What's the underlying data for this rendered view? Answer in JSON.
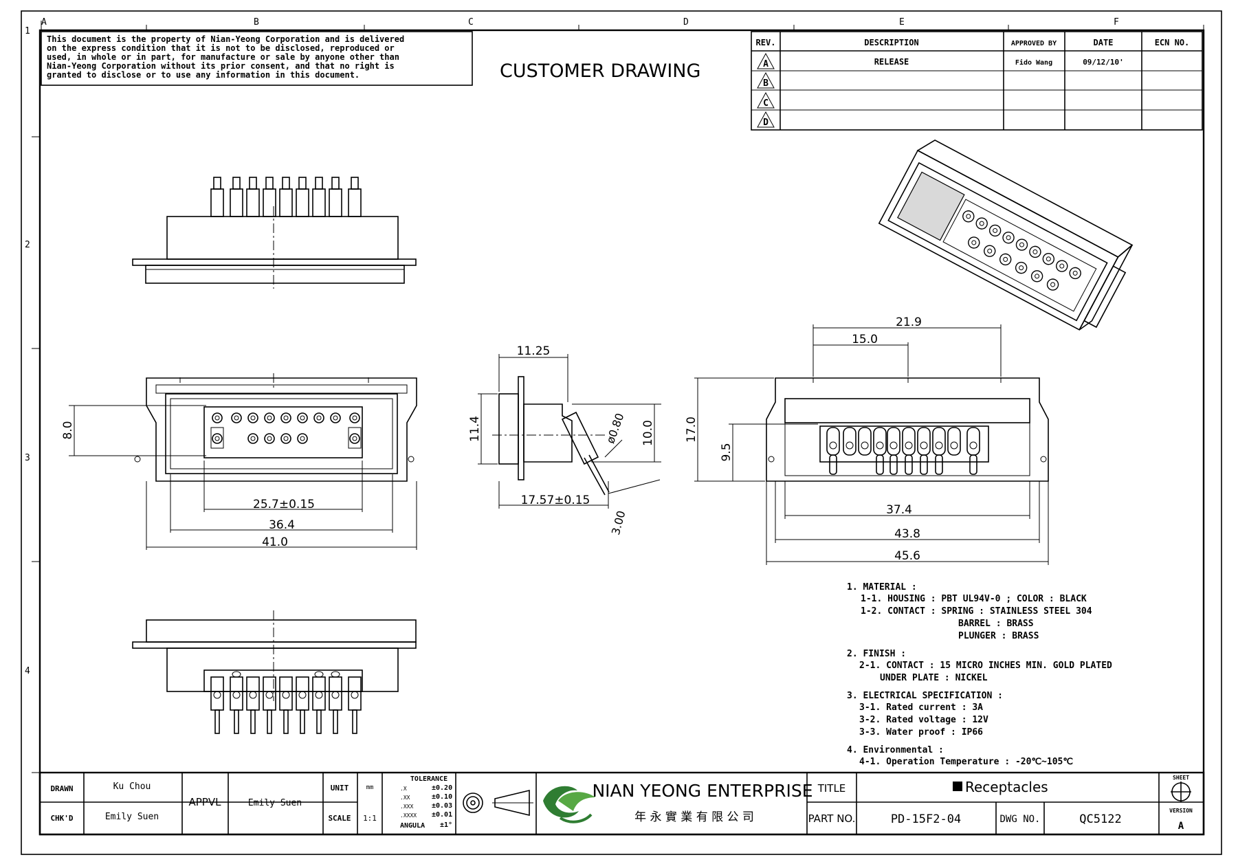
{
  "grid": {
    "cols": [
      "A",
      "B",
      "C",
      "D",
      "E",
      "F"
    ],
    "rows": [
      "1",
      "2",
      "3",
      "4"
    ]
  },
  "notice": {
    "lines": [
      "This document is the property of Nian-Yeong Corporation and is delivered",
      "on   the   express condition that it is not to be disclosed, reproduced or",
      "used, in whole or in part, for manufacture or sale by anyone other than",
      "Nian-Yeong Corporation without  its prior consent, and that  no right  is",
      "granted  to disclose or  to use any information in  this  document."
    ]
  },
  "drawing_title": "CUSTOMER  DRAWING",
  "revision_table": {
    "headers": [
      "REV.",
      "DESCRIPTION",
      "APPROVED BY",
      "DATE",
      "ECN NO."
    ],
    "rows": [
      {
        "rev": "A",
        "description": "RELEASE",
        "approved": "Fido Wang",
        "date": "09/12/10'",
        "ecn": ""
      },
      {
        "rev": "B",
        "description": "",
        "approved": "",
        "date": "",
        "ecn": ""
      },
      {
        "rev": "C",
        "description": "",
        "approved": "",
        "date": "",
        "ecn": ""
      },
      {
        "rev": "D",
        "description": "",
        "approved": "",
        "date": "",
        "ecn": ""
      }
    ]
  },
  "dimensions": {
    "front_pitch": "25.7±0.15",
    "front_inner": "36.4",
    "front_outer": "41.0",
    "front_height": "8.0",
    "side_top": "11.25",
    "side_height": "11.4",
    "side_depth": "17.57±0.15",
    "side_pin": "10.0",
    "side_dia": "ø0.80",
    "side_pin_len": "3.00",
    "rear_top": "21.9",
    "rear_top_inner": "15.0",
    "rear_height": "17.0",
    "rear_pin_h": "9.5",
    "rear_w1": "37.4",
    "rear_w2": "43.8",
    "rear_w3": "45.6"
  },
  "notes": [
    {
      "text": "1.  MATERIAL  :",
      "indent": 0
    },
    {
      "text": "1-1.  HOUSING  :  PBT  UL94V-0  ;  COLOR  :  BLACK",
      "indent": 1
    },
    {
      "text": "1-2.  CONTACT  :  SPRING  :  STAINLESS  STEEL  304",
      "indent": 1
    },
    {
      "text": "BARREL  :  BRASS",
      "indent": 3
    },
    {
      "text": "PLUNGER  :  BRASS",
      "indent": 3
    },
    {
      "text": "2.  FINISH  :",
      "indent": 0
    },
    {
      "text": "2-1.  CONTACT  :  15  MICRO  INCHES  MIN.  GOLD  PLATED",
      "indent": 2
    },
    {
      "text": "UNDER  PLATE  :  NICKEL",
      "indent": 4
    },
    {
      "text": "3.  ELECTRICAL  SPECIFICATION  :",
      "indent": 0
    },
    {
      "text": "3-1.  Rated  current  :  3A",
      "indent": 2
    },
    {
      "text": "3-2.  Rated  voltage  :  12V",
      "indent": 2
    },
    {
      "text": "3-3.  Water  proof  :  IP66",
      "indent": 2
    },
    {
      "text": "4.  Environmental  :",
      "indent": 0
    },
    {
      "text": "4-1.  Operation  Temperature  :  -20℃~105℃",
      "indent": 2
    }
  ],
  "title_block": {
    "drawn_label": "DRAWN",
    "drawn": "Ku Chou",
    "chkd_label": "CHK'D",
    "chkd": "Emily Suen",
    "appvl_label": "APPVL",
    "appvl": "Emily Suen",
    "unit_label": "UNIT",
    "unit": "mm",
    "scale_label": "SCALE",
    "scale": "1:1",
    "tolerance_label": "TOLERANCE",
    "tolerances": [
      {
        "k": ".X",
        "v": "±0.20"
      },
      {
        "k": ".XX",
        "v": "±0.10"
      },
      {
        "k": ".XXX",
        "v": "±0.03"
      },
      {
        "k": ".XXXX",
        "v": "±0.01"
      }
    ],
    "angula_label": "ANGULA",
    "angula": "±1°",
    "company": "NIAN YEONG ENTERPRISE",
    "company_cn": "年 永 實 業 有 限 公 司",
    "title_label": "TITLE",
    "title": "Receptacles",
    "part_label": "PART NO.",
    "part": "PD-15F2-04",
    "dwg_label": "DWG NO.",
    "dwg": "QC5122",
    "sheet_label": "SHEET",
    "version_label": "VERSION",
    "version": "A"
  }
}
